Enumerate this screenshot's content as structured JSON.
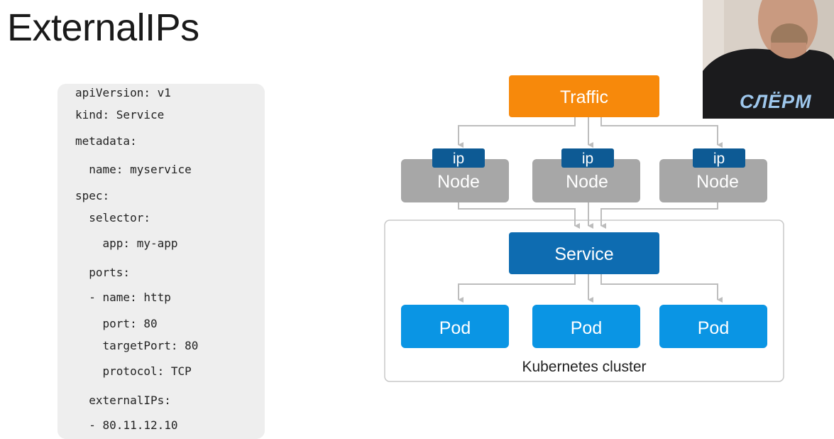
{
  "slide": {
    "title": "ExternalIPs"
  },
  "code": {
    "lines": [
      "apiVersion: v1",
      "kind: Service",
      "metadata:",
      "  name: myservice",
      "spec:",
      "  selector:",
      "    app: my-app",
      "  ports:",
      "  - name: http",
      "    port: 80",
      "    targetPort: 80",
      "    protocol: TCP",
      "  externalIPs:",
      "  - 80.11.12.10"
    ]
  },
  "diagram": {
    "traffic_label": "Traffic",
    "ip_label": "ip",
    "node_label": "Node",
    "service_label": "Service",
    "pod_label": "Pod",
    "cluster_label": "Kubernetes cluster",
    "colors": {
      "traffic": "#f7890b",
      "node": "#a7a7a7",
      "ip_badge": "#0d5a94",
      "service": "#0e6cb1",
      "pod": "#0a95e4",
      "arrow": "#bdbdbd",
      "cluster_border": "#c8c8c8"
    }
  },
  "webcam": {
    "shirt_text": "СЛЁРМ"
  }
}
